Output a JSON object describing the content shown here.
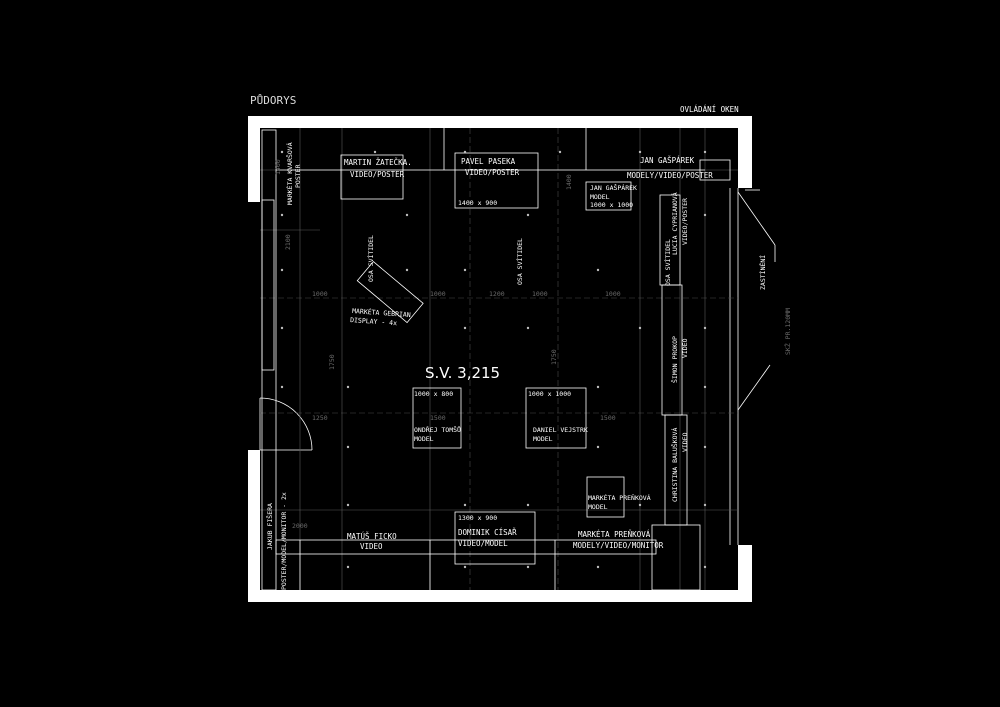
{
  "heading": {
    "title": "PŮDORYS",
    "window_control": "OVLÁDÁNÍ OKEN"
  },
  "room": {
    "label": "S.V. 3,215"
  },
  "side_labels": {
    "shading": "ZASTÍNĚNÍ",
    "floor": "SKŽ PR.120MM"
  },
  "axes": {
    "light_axis": "OSA SVÍTIDEL"
  },
  "exhibitors": [
    {
      "name": "MARTIN ŽATEČKA.",
      "media": "VIDEO/POSTER"
    },
    {
      "name": "PAVEL PASEKA",
      "media": "VIDEO/POSTER",
      "size": "1400 x 900"
    },
    {
      "name": "JAN GAŠPÁREK",
      "media": "MODELY/VIDEO/POSTER"
    },
    {
      "name": "JAN GAŠPÁREK",
      "media": "MODEL",
      "size": "1000 x 1000"
    },
    {
      "name": "MARKÉTA KVARŠOVÁ",
      "media": "POSTER"
    },
    {
      "name": "LUCIA CYPRIANOVÁ",
      "media": "VIDEO/POSTER"
    },
    {
      "name": "MARKÉTA GEBRIAN",
      "media": "DISPLAY - 4x"
    },
    {
      "name": "ŠIMON PROKOP",
      "media": "VIDEO"
    },
    {
      "name": "ONDŘEJ TOMŠŮ",
      "media": "MODEL",
      "size": "1000 x 800"
    },
    {
      "name": "DANIEL VEJSTRK",
      "media": "MODEL",
      "size": "1000 x 1000"
    },
    {
      "name": "CHRISTINA BALUŠKOVÁ",
      "media": "VIDEO"
    },
    {
      "name": "MARKÉTA PREŇKOVÁ",
      "media": "MODEL"
    },
    {
      "name": "JAKUB FIŠERA",
      "media": "POSTER/MODEL/MONITOR - 2x"
    },
    {
      "name": "MATÚŠ FICKO",
      "media": "VIDEO"
    },
    {
      "name": "DOMINIK CÍSAŘ",
      "media": "VIDEO/MODEL",
      "size": "1300 x 900"
    },
    {
      "name": "MARKÉTA PREŇKOVÁ",
      "media": "MODELY/VIDEO/MONITOR"
    }
  ],
  "dimensions": {
    "d1000": "1000",
    "d1200": "1200",
    "d1750": "1750",
    "d1400": "1400",
    "d2000": "2000",
    "d2100": "2100",
    "d1500": "1500",
    "d1250": "1250"
  }
}
